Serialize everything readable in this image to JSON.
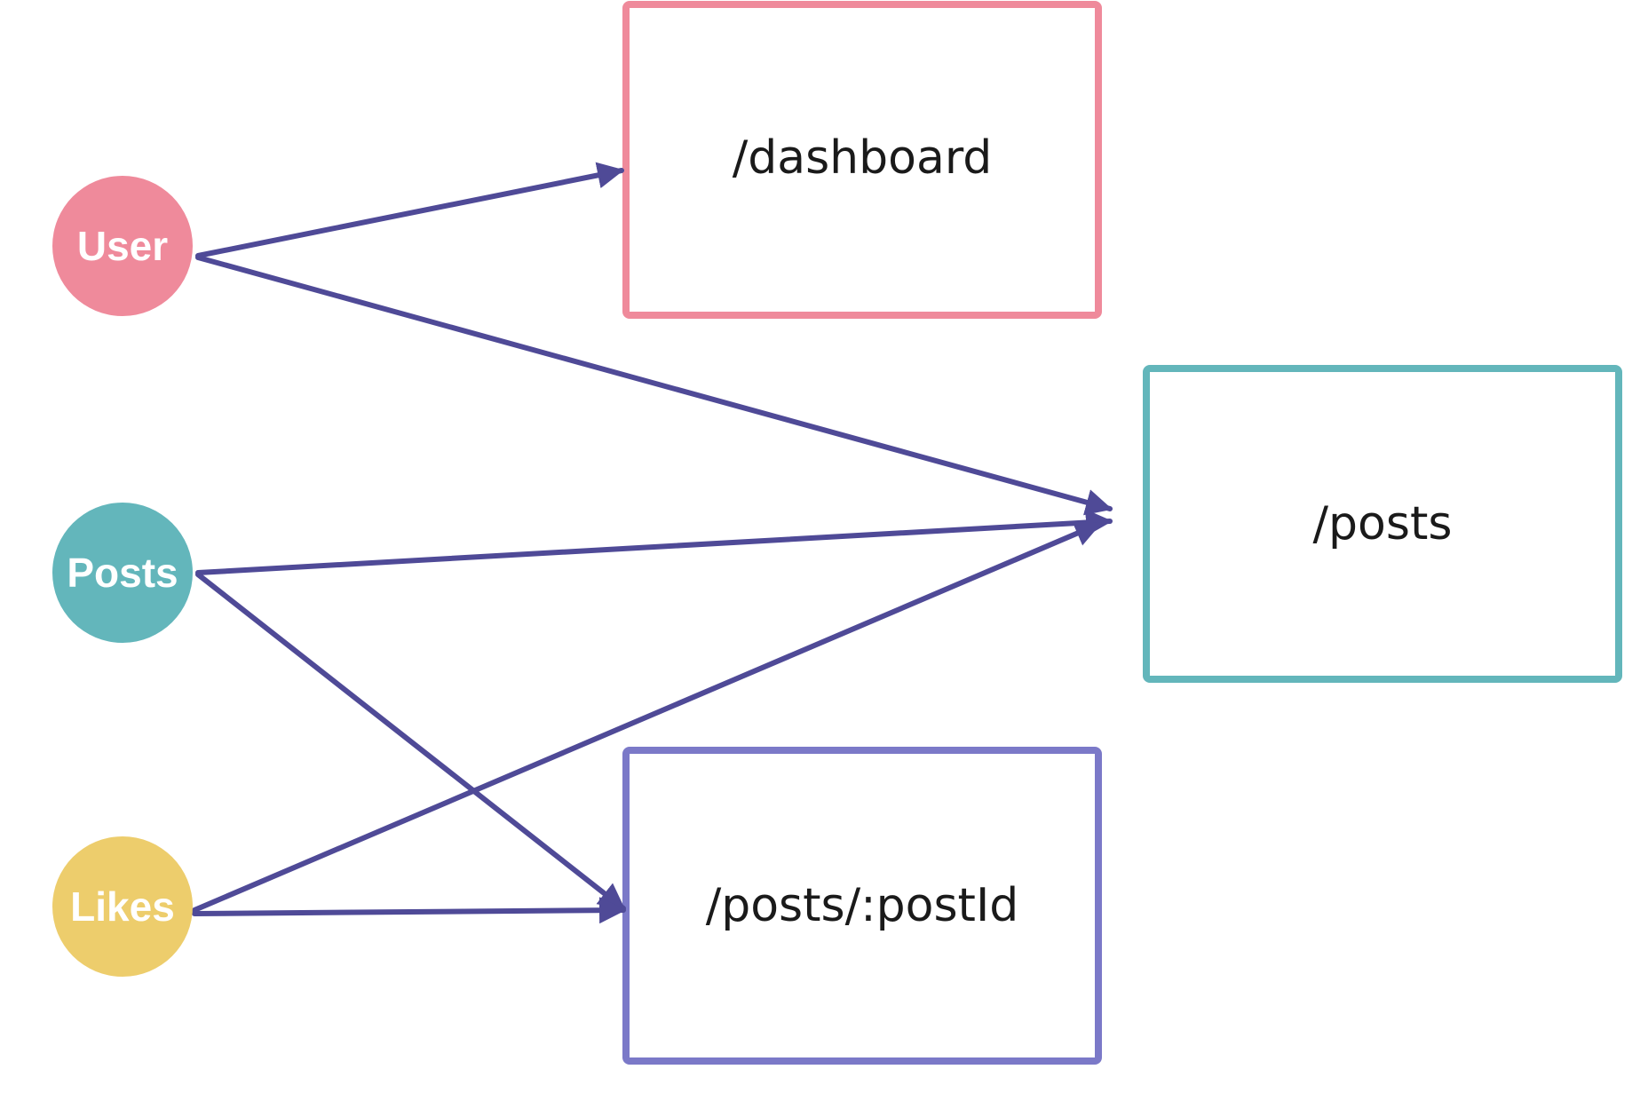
{
  "colors": {
    "user": "#ef8a9b",
    "posts": "#63b6bb",
    "likes": "#edcd6c",
    "postdetail_border": "#7b79c8",
    "arrow": "#4f4a97",
    "route_text": "#1a1a1a",
    "node_text": "#ffffff"
  },
  "nodes": [
    {
      "id": "user",
      "label": "User",
      "color": "#ef8a9b"
    },
    {
      "id": "posts",
      "label": "Posts",
      "color": "#63b6bb"
    },
    {
      "id": "likes",
      "label": "Likes",
      "color": "#edcd6c"
    }
  ],
  "routes": [
    {
      "id": "dashboard",
      "label": "/dashboard",
      "border": "#ef8a9b"
    },
    {
      "id": "posts_route",
      "label": "/posts",
      "border": "#63b6bb"
    },
    {
      "id": "post_detail",
      "label": "/posts/:postId",
      "border": "#7b79c8"
    }
  ],
  "edges": [
    {
      "from": "User",
      "to": "/dashboard"
    },
    {
      "from": "User",
      "to": "/posts"
    },
    {
      "from": "Posts",
      "to": "/posts"
    },
    {
      "from": "Posts",
      "to": "/posts/:postId"
    },
    {
      "from": "Likes",
      "to": "/posts"
    },
    {
      "from": "Likes",
      "to": "/posts/:postId"
    }
  ]
}
